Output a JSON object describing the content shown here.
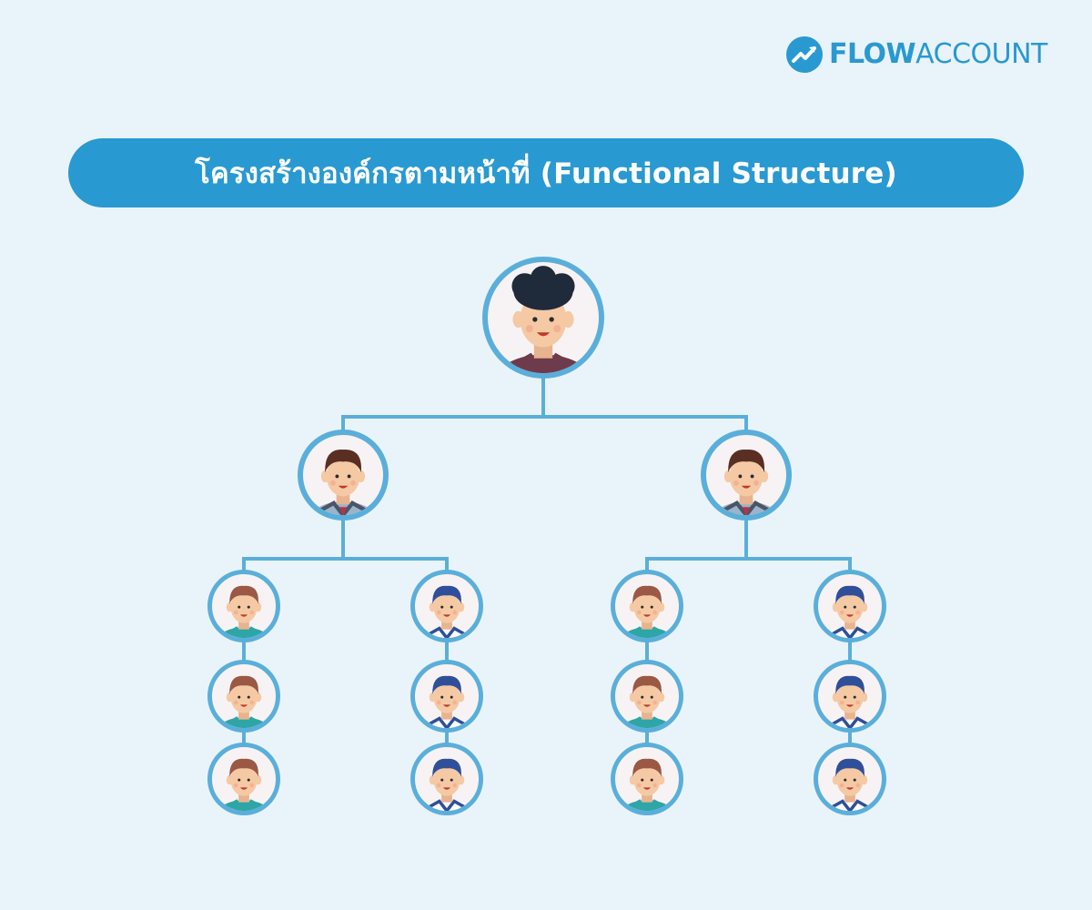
{
  "brand": {
    "name_bold": "FLOW",
    "name_light": "ACCOUNT",
    "icon": "trend-arrow-icon",
    "color": "#2999d1"
  },
  "title": "โครงสร้างองค์กรตามหน้าที่ (Functional Structure)",
  "colors": {
    "background": "#e9f3fa",
    "accent": "#2999d1",
    "connector": "#5aafda",
    "node_ring": "#5aafda",
    "node_fill": "#f7f3f4"
  },
  "org_chart": {
    "top": {
      "avatar": "ceo-avatar"
    },
    "managers": [
      {
        "avatar": "manager-avatar",
        "teams": [
          {
            "avatar": "staff-brown-hair-avatar",
            "members": 3
          },
          {
            "avatar": "staff-blue-hair-avatar",
            "members": 3
          }
        ]
      },
      {
        "avatar": "manager-avatar",
        "teams": [
          {
            "avatar": "staff-brown-hair-avatar",
            "members": 3
          },
          {
            "avatar": "staff-blue-hair-avatar",
            "members": 3
          }
        ]
      }
    ]
  }
}
